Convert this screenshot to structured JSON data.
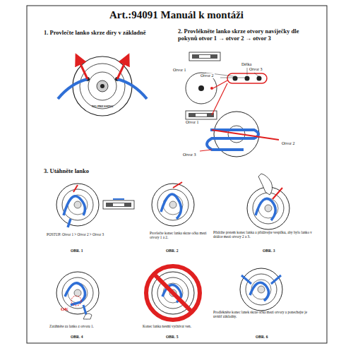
{
  "diagram": {
    "title": "Art.:94091 Manuál k montáži",
    "labels": [
      "1. Provlečte lanko skrze díry v základně",
      "2. Provlékněte lanko skrze otvory navíječky dle pokynů otvor 1 → otvor 2 → otvor 3",
      "NO PRESSING",
      "Otvor 1",
      "Otvor 2",
      "Délka",
      "Otvor 3",
      "Otvor 1",
      "Otvor 2",
      "Otvor 3",
      "3. Utáhněte lanko",
      "POSTUP: Otvor 1 > Otvor 2 > Otvor 3",
      "OBR. 1",
      "Provlečte konec lanka skrze očka mezi otvory 1 a 2.",
      "OBR. 2",
      "Přidržte prstem konec lanka a přidávejte vespílku, aby bylo lanko v drážce mezi otvory 2 a 3.",
      "OBR. 3",
      "OK",
      "Zatáhněte za lanko z otvoru 1.",
      "OBR. 4",
      "Konec lanka nesmí vyčnívat ven.",
      "OBR. 5",
      "Prodlékněte konec lanek skrze očka mezi otvory a ponechejte je uvnitř základny.",
      "OBR. 6"
    ]
  }
}
